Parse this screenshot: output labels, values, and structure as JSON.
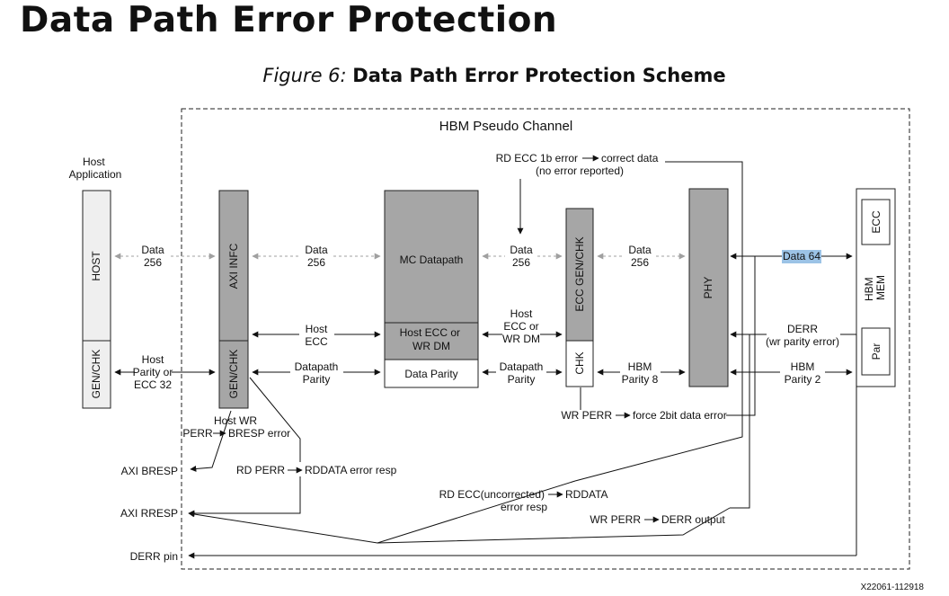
{
  "page": {
    "title": "Data Path Error Protection",
    "figure_number": "Figure 6:",
    "figure_title": "Data Path Error Protection Scheme",
    "figure_id": "X22061-112918"
  },
  "diagram": {
    "channel_label": "HBM Pseudo Channel",
    "host_app": [
      "Host",
      "Application"
    ],
    "blocks": {
      "host": "HOST",
      "host_genchk": "GEN/CHK",
      "axi_infc": "AXI INFC",
      "axi_genchk": "GEN/CHK",
      "mc_datapath": "MC Datapath",
      "host_ecc_wrdm": [
        "Host ECC or",
        "WR DM"
      ],
      "data_parity": "Data Parity",
      "ecc_genchk": "ECC GEN/CHK",
      "chk": "CHK",
      "phy": "PHY",
      "hbm_mem": [
        "HBM",
        "MEM"
      ],
      "ecc": "ECC",
      "par": "Par"
    },
    "signals": {
      "data256_1": [
        "Data",
        "256"
      ],
      "data256_2": [
        "Data",
        "256"
      ],
      "data256_3": [
        "Data",
        "256"
      ],
      "data256_4": [
        "Data",
        "256"
      ],
      "data64": "Data 64",
      "host_parity": [
        "Host",
        "Parity or",
        "ECC 32"
      ],
      "host_ecc": [
        "Host",
        "ECC"
      ],
      "host_ecc_or_wrdm": [
        "Host",
        "ECC or",
        "WR DM"
      ],
      "datapath_parity_1": [
        "Datapath",
        "Parity"
      ],
      "datapath_parity_2": [
        "Datapath",
        "Parity"
      ],
      "hbm_parity8": [
        "HBM",
        "Parity 8"
      ],
      "hbm_parity2": [
        "HBM",
        "Parity 2"
      ],
      "derr_wr": [
        "DERR",
        "(wr parity error)"
      ]
    },
    "annotations": {
      "rd_ecc_1b_left": "RD ECC 1b error",
      "rd_ecc_1b_right": "correct data",
      "rd_ecc_1b_note": "(no error reported)",
      "host_wr": "Host WR",
      "perr": "PERR",
      "bresp_error": "BRESP error",
      "axi_bresp": "AXI BRESP",
      "rd_perr": "RD PERR",
      "rddata_error": "RDDATA error resp",
      "axi_rresp": "AXI RRESP",
      "rd_ecc_uncorrected": "RD ECC(uncorrected)",
      "rddata": "RDDATA",
      "error_resp": "error resp",
      "wr_perr_1": "WR PERR",
      "force_2bit": "force 2bit data error",
      "wr_perr_2": "WR PERR",
      "derr_output": "DERR output",
      "derr_pin": "DERR pin"
    },
    "colors": {
      "dark_block": "#a6a6a6",
      "light_block": "#efefef",
      "highlight": "#9cc3e6",
      "dashed_arrow": "#a0a0a0"
    }
  }
}
